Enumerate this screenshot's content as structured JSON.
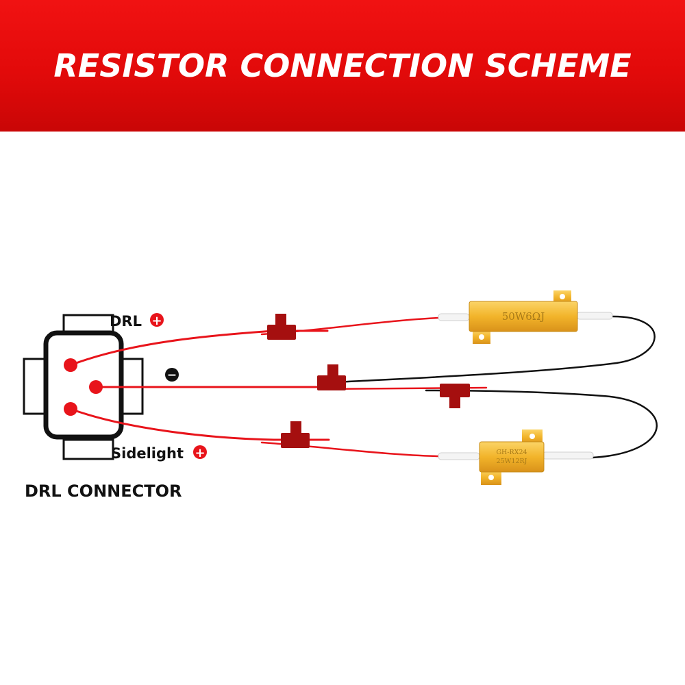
{
  "header": {
    "title": "RESISTOR CONNECTION SCHEME"
  },
  "connector": {
    "name": "DRL CONNECTOR",
    "pin_labels": {
      "drl": "DRL",
      "sidelight": "Sidelight"
    },
    "signs": {
      "positive": "+",
      "negative": "−"
    }
  },
  "resistors": [
    {
      "id": "r1",
      "marking": "50W6ΩJ"
    },
    {
      "id": "r2",
      "marking_line1": "GH-RX24",
      "marking_line2": "25W12RJ"
    }
  ],
  "colors": {
    "banner": "#e20a0a",
    "wire_red": "#e8141b",
    "wire_black": "#111111",
    "tap_connector": "#a50f0f",
    "resistor_gold": "#f2b42a",
    "pin_red": "#e8141b"
  },
  "icons": {
    "positive": "plus-circle-icon",
    "negative": "minus-circle-icon"
  }
}
